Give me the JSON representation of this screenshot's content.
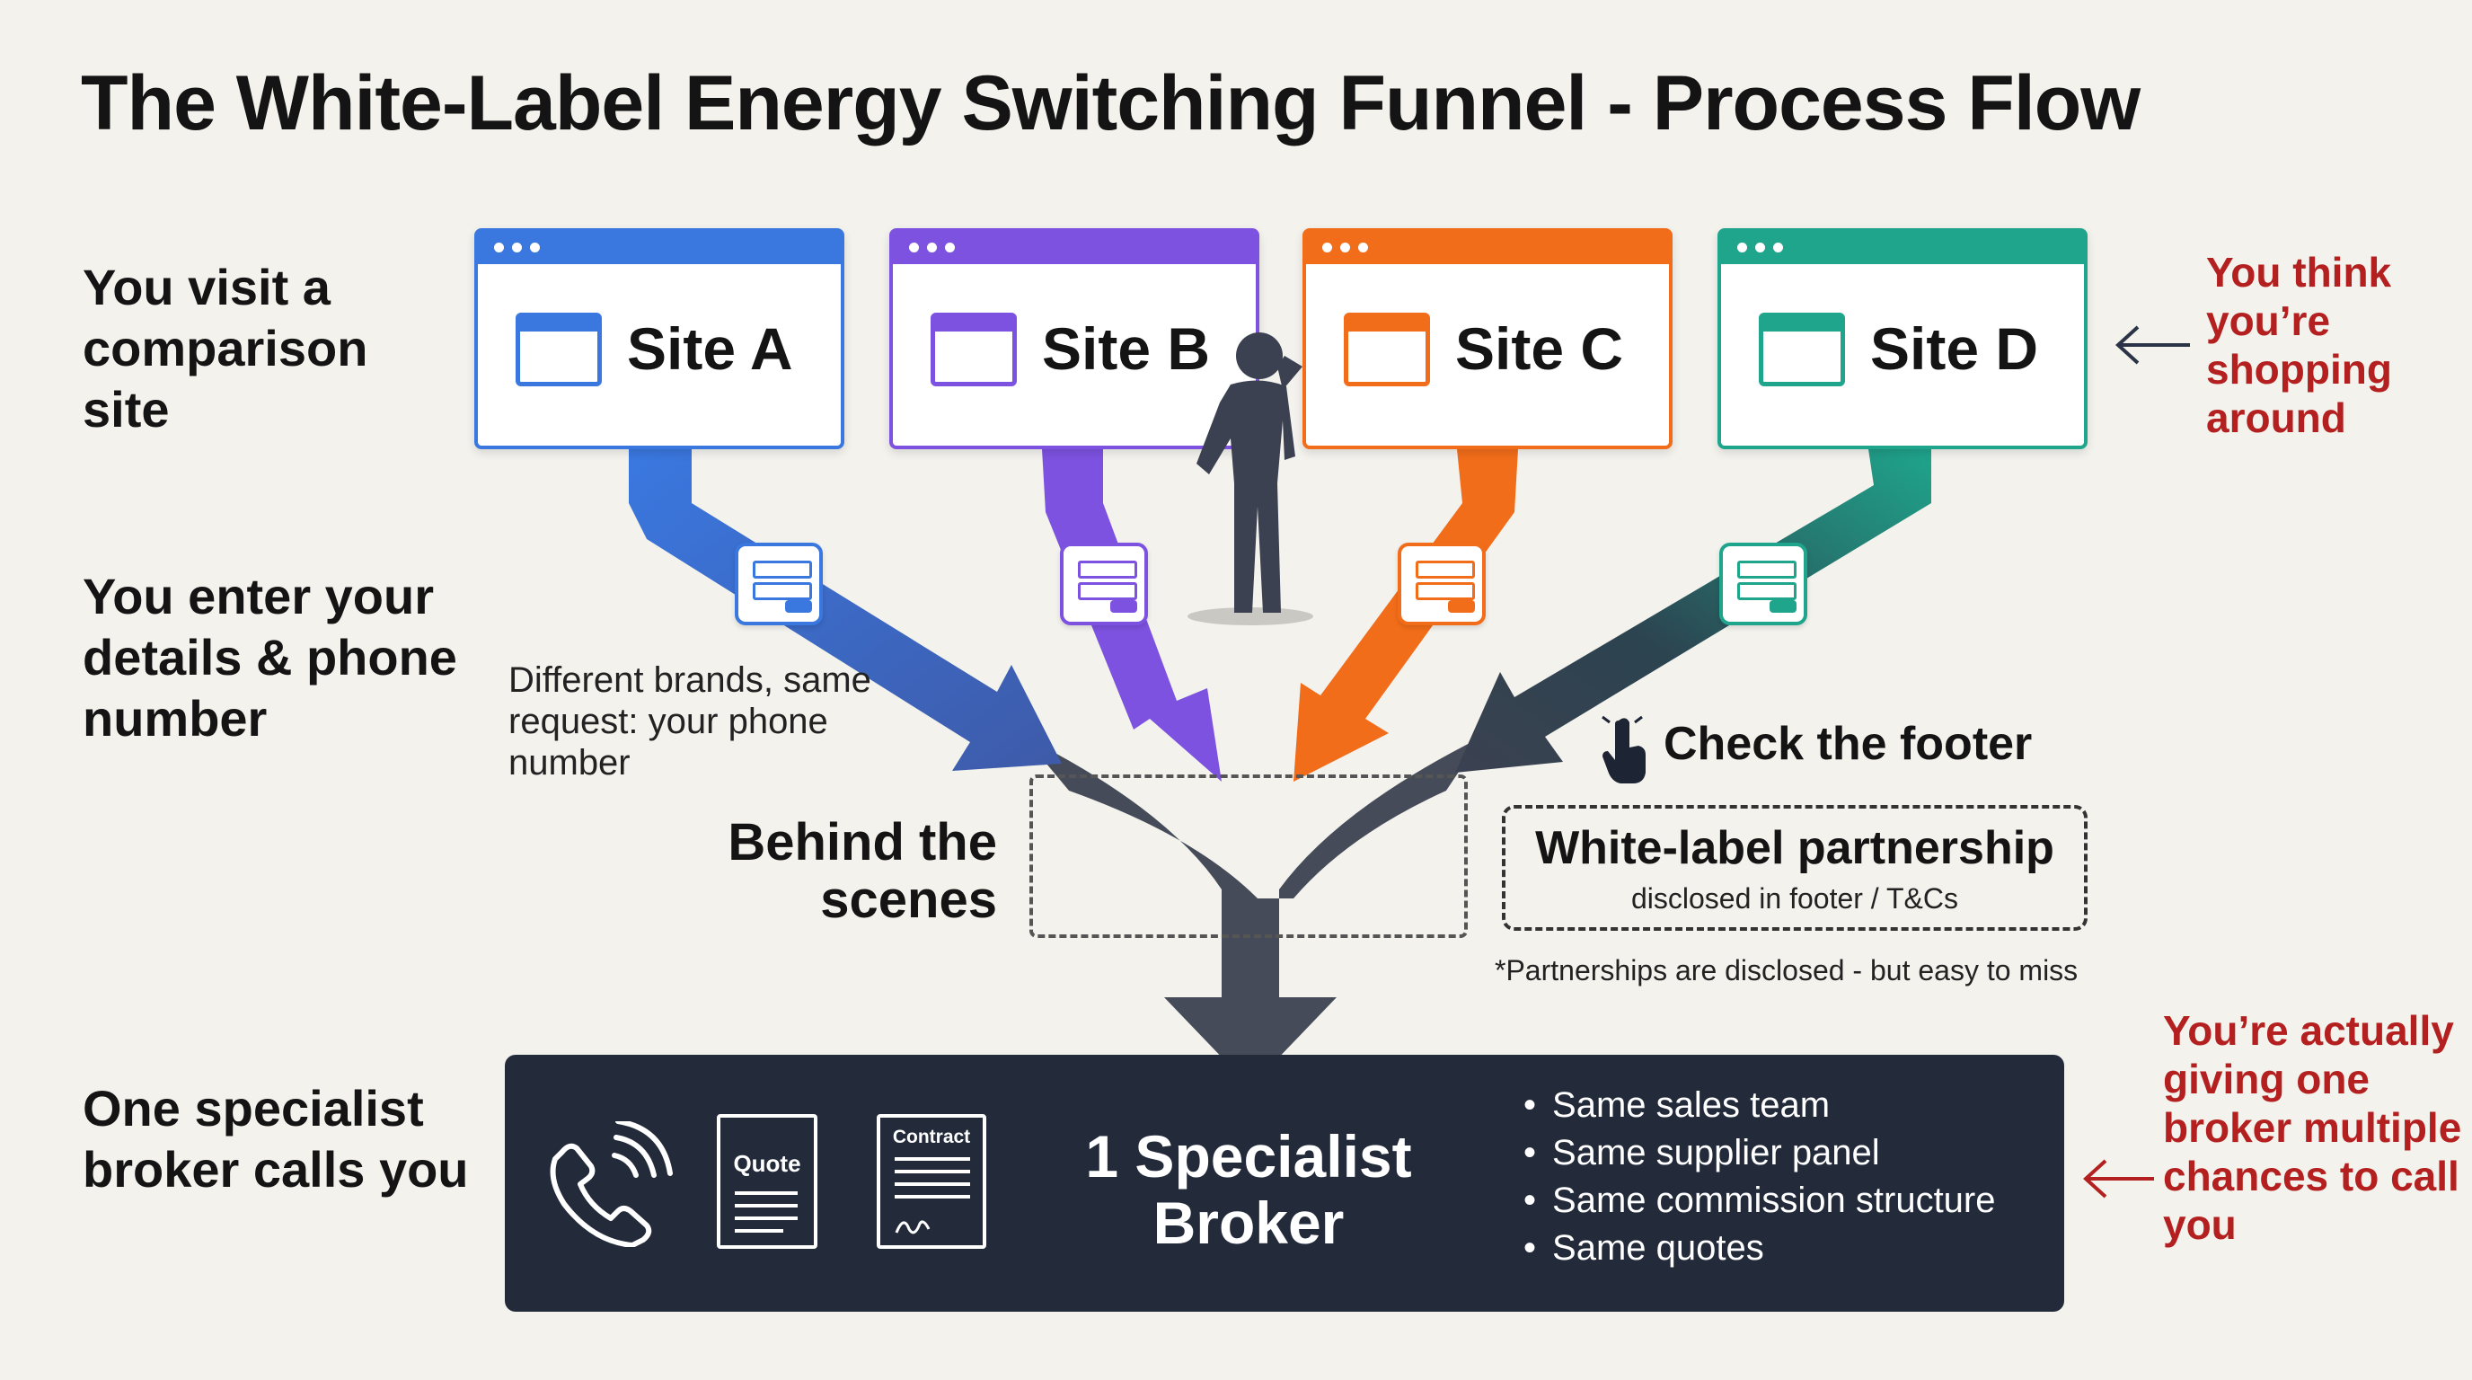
{
  "title": "The White-Label Energy Switching Funnel - Process Flow",
  "row_labels": {
    "visit": "You visit a comparison site",
    "enter": "You enter your details & phone number",
    "broker": "One specialist broker calls you"
  },
  "sites": [
    {
      "label": "Site A",
      "color": "#3a78e0"
    },
    {
      "label": "Site B",
      "color": "#7d52e0"
    },
    {
      "label": "Site C",
      "color": "#f26d1a"
    },
    {
      "label": "Site D",
      "color": "#1fa58c"
    }
  ],
  "notes": {
    "shopping": "You think you’re shopping around",
    "giving": "You’re actually giving one broker multiple chances to call you"
  },
  "different_brands": "Different brands, same request: your phone number",
  "behind_scenes": "Behind the scenes",
  "check_footer": "Check the footer",
  "partnership": {
    "title": "White-label partnership",
    "subtitle": "disclosed in footer / T&Cs",
    "footnote": "*Partnerships are disclosed - but easy to miss"
  },
  "broker": {
    "title_line1": "1 Specialist",
    "title_line2": "Broker",
    "doc_quote": "Quote",
    "doc_contract": "Contract",
    "bullets": [
      "Same sales team",
      "Same supplier panel",
      "Same commission structure",
      "Same quotes"
    ]
  },
  "colors": {
    "dark": "#232b3b",
    "accent_red": "#b3201f"
  },
  "icons": [
    "window-icon",
    "form-icon",
    "person-figure",
    "pointer-hand-icon",
    "phone-icon",
    "quote-document-icon",
    "contract-document-icon",
    "arrow-left-icon"
  ]
}
